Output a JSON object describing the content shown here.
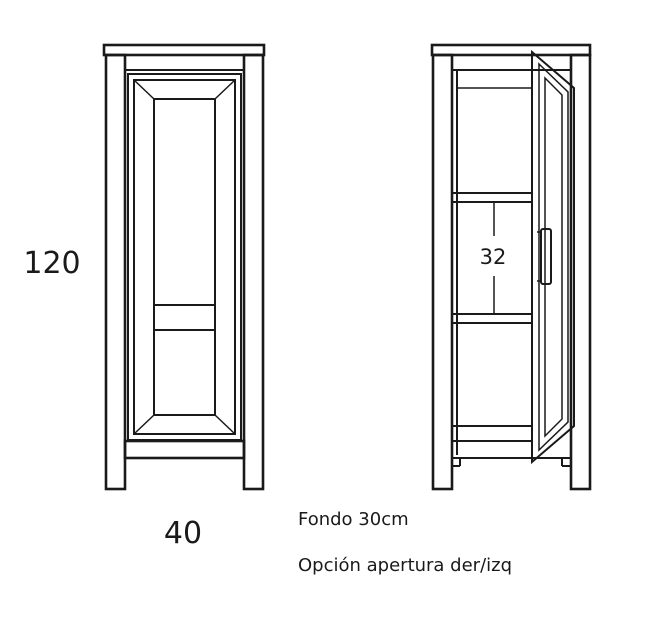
{
  "dimensions": {
    "height": "120",
    "width": "40",
    "shelf_spacing": "32"
  },
  "notes": {
    "depth": "Fondo 30cm",
    "opening": "Opción apertura der/izq"
  },
  "colors": {
    "line": "#1a1a1a",
    "background": "#ffffff"
  }
}
